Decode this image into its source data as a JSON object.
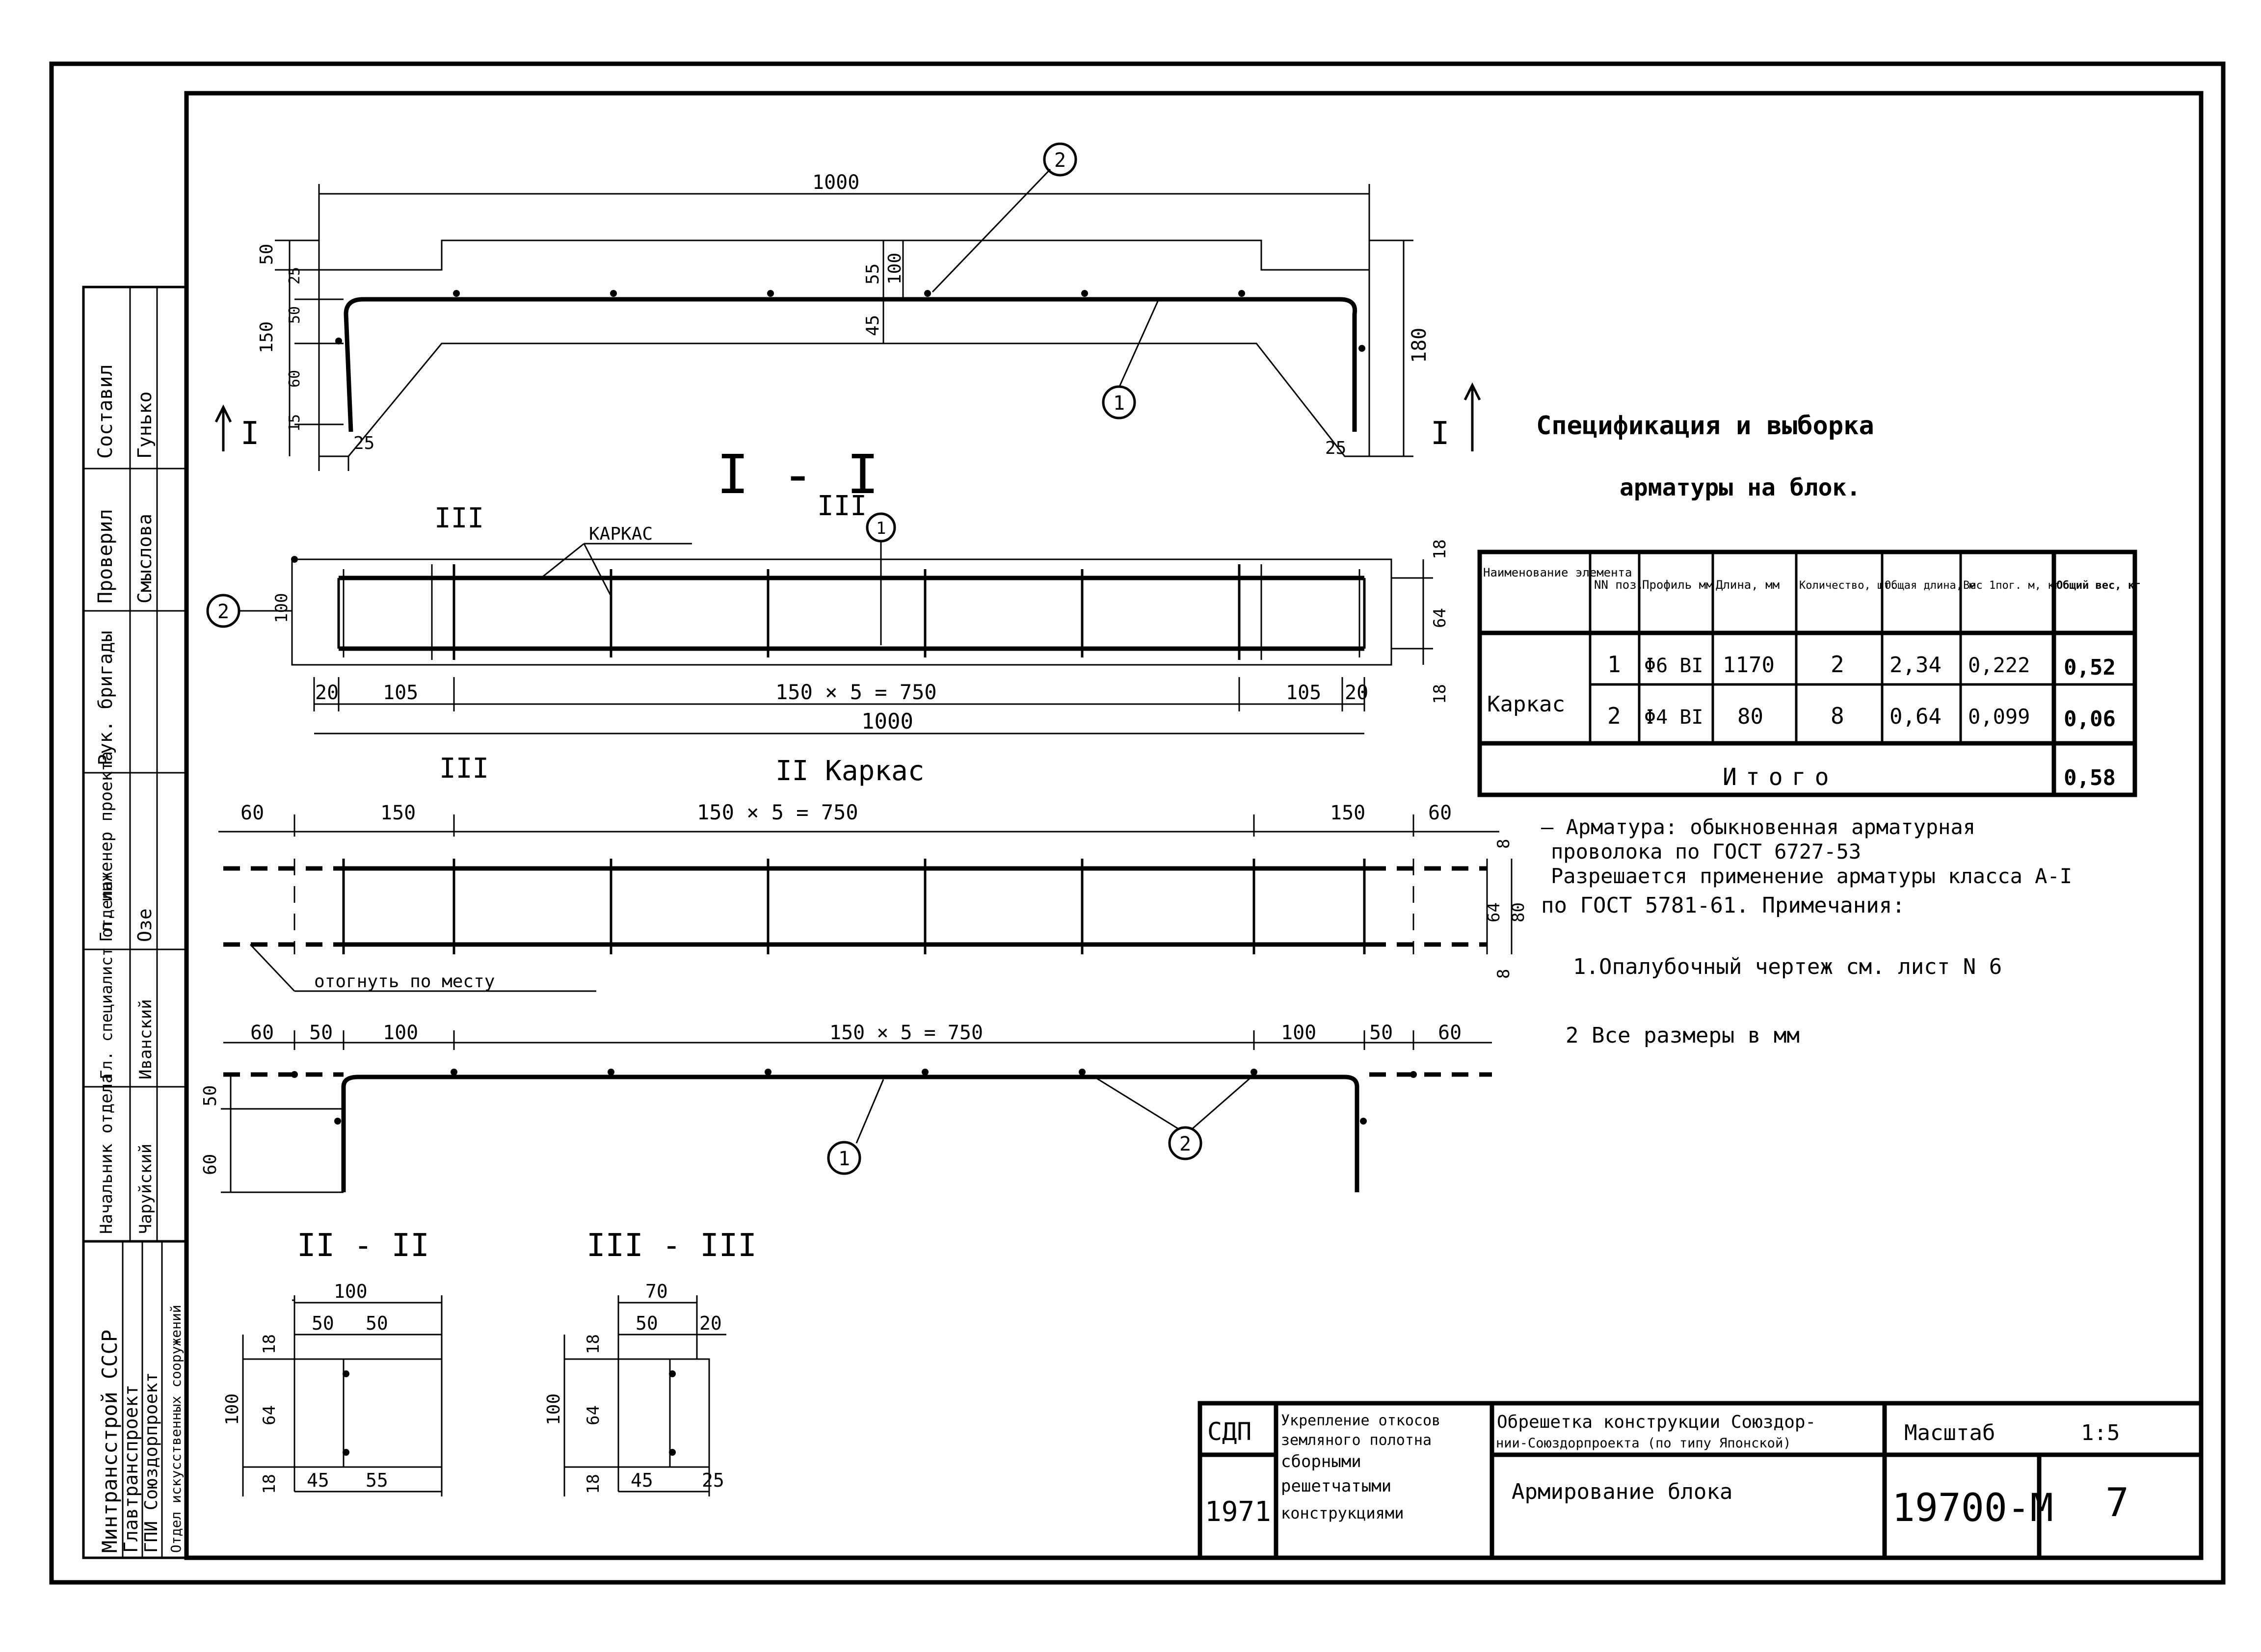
{
  "drawing": {
    "elevation": {
      "dim_overall": "1000",
      "dim_top_step": "50",
      "dim_25": "25",
      "dim_50": "50",
      "dim_150": "150",
      "dim_60": "60",
      "dim_15": "15",
      "dim_55": "55",
      "dim_100": "100",
      "dim_45": "45",
      "dim_180": "180",
      "dim_25_left": "25",
      "dim_25_right": "25",
      "callout_1": "1",
      "callout_2": "2",
      "section_left": "I",
      "section_right": "I"
    },
    "plan": {
      "title": "I - I",
      "karkas_label": "КАРКАС",
      "section_marker_top_left": "III",
      "section_marker_top_right": "III",
      "section_marker_bottom": "III",
      "callout_1": "1",
      "callout_2": "2",
      "dim_100": "100",
      "dim_18_top": "18",
      "dim_64": "64",
      "dim_18_bottom": "18",
      "dim_20_left": "20",
      "dim_105_left": "105",
      "dim_mid": "150 × 5 = 750",
      "dim_105_right": "105",
      "dim_20_right": "20",
      "dim_overall": "1000"
    },
    "karkas": {
      "title": "II Каркас",
      "dim_60_left": "60",
      "dim_150_left": "150",
      "dim_mid": "150 × 5 = 750",
      "dim_150_right": "150",
      "dim_60_right": "60",
      "dim_8_top": "8",
      "dim_64": "64",
      "dim_80": "80",
      "dim_8_bottom": "8",
      "bend_note": "отогнуть по месту"
    },
    "side": {
      "dim_60_l": "60",
      "dim_50_l": "50",
      "dim_100_l": "100",
      "dim_mid": "150 × 5 = 750",
      "dim_100_r": "100",
      "dim_50_r": "50",
      "dim_60_r": "60",
      "dim_50_v": "50",
      "dim_60_v": "60",
      "callout_1": "1",
      "callout_2": "2"
    },
    "section_2": {
      "title": "II - II",
      "dim_100_top": "100",
      "dim_50a": "50",
      "dim_50b": "50",
      "dim_18_top": "18",
      "dim_100_v": "100",
      "dim_64": "64",
      "dim_18_bottom": "18",
      "dim_45": "45",
      "dim_55": "55"
    },
    "section_3": {
      "title": "III - III",
      "dim_70_top": "70",
      "dim_50": "50",
      "dim_20": "20",
      "dim_18_top": "18",
      "dim_100_v": "100",
      "dim_64": "64",
      "dim_18_bottom": "18",
      "dim_45": "45",
      "dim_25": "25"
    }
  },
  "spec": {
    "title_line1": "Спецификация и выборка",
    "title_line2": "арматуры на блок.",
    "headers": [
      "Наименование элемента",
      "NN поз.",
      "Профиль мм",
      "Длина, мм",
      "Количество, шт.",
      "Общая длина, м",
      "Вес 1пог. м, кг",
      "Общий вес, кг"
    ],
    "element_name": "Каркас",
    "rows": [
      {
        "pos": "1",
        "profile": "Φ6 BI",
        "length": "1170",
        "qty": "2",
        "total_length": "2,34",
        "unit_weight": "0,222",
        "total_weight": "0,52"
      },
      {
        "pos": "2",
        "profile": "Φ4 BI",
        "length": "80",
        "qty": "8",
        "total_length": "0,64",
        "unit_weight": "0,099",
        "total_weight": "0,06"
      }
    ],
    "total_label": "Итого",
    "total_value": "0,58"
  },
  "notes": {
    "line1": "— Арматура: обыкновенная арматурная",
    "line2": "проволока по ГОСТ 6727-53",
    "line3": "Разрешается применение арматуры класса А-I",
    "line4": "по ГОСТ 5781-61. Примечания:",
    "note1": "1.Опалубочный чертеж см. лист N 6",
    "note2": "2 Все размеры в мм"
  },
  "side_stamp": {
    "org_line1": "Минтрансстрой СССР",
    "org_line2": "Главтранспроект",
    "org_line3": "ГПИ Союздорпроект",
    "org_line4": "Отдел искусственных сооружений",
    "roles": [
      {
        "role": "Составил",
        "name": "Гунько"
      },
      {
        "role": "Проверил",
        "name": "Смыслова"
      },
      {
        "role": "Рук. бригады",
        "name": ""
      },
      {
        "role": "Гл. инженер проекта",
        "name": "Озе"
      },
      {
        "role": "Гл. специалист отдела",
        "name": "Иванский"
      },
      {
        "role": "Начальник отдела",
        "name": "Чаруйский"
      }
    ]
  },
  "title_block": {
    "cell_sdp": "СДП",
    "cell_year": "1971",
    "subject_line1": "Укрепление откосов",
    "subject_line2": "земляного полотна",
    "subject_line3": "сборными",
    "subject_line4": "решетчатыми",
    "subject_line5": "конструкциями",
    "object_line1": "Обрешетка конструкции Союздор-",
    "object_line2": "нии-Союздорпроекта (по типу Японской)",
    "sheet_title": "Армирование блока",
    "scale_label": "Масштаб",
    "scale_value": "1:5",
    "project_number": "19700-М",
    "sheet_number": "7"
  }
}
